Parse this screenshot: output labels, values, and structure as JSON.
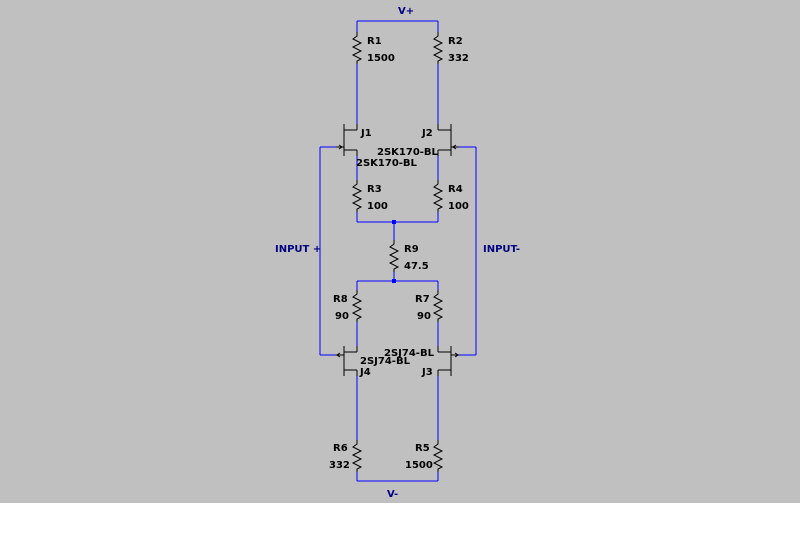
{
  "nets": {
    "vplus": "V+",
    "vminus": "V-",
    "input_plus": "INPUT +",
    "input_minus": "INPUT-"
  },
  "resistors": {
    "r1": {
      "ref": "R1",
      "value": "1500"
    },
    "r2": {
      "ref": "R2",
      "value": "332"
    },
    "r3": {
      "ref": "R3",
      "value": "100"
    },
    "r4": {
      "ref": "R4",
      "value": "100"
    },
    "r5": {
      "ref": "R5",
      "value": "1500"
    },
    "r6": {
      "ref": "R6",
      "value": "332"
    },
    "r7": {
      "ref": "R7",
      "value": "90"
    },
    "r8": {
      "ref": "R8",
      "value": "90"
    },
    "r9": {
      "ref": "R9",
      "value": "47.5"
    }
  },
  "jfets": {
    "j1": {
      "ref": "J1",
      "model": "2SK170-BL"
    },
    "j2": {
      "ref": "J2",
      "model": "2SK170-BL"
    },
    "j3": {
      "ref": "J3",
      "model": "2SJ74-BL"
    },
    "j4": {
      "ref": "J4",
      "model": "2SJ74-BL"
    }
  },
  "colors": {
    "background": "#c0c0c0",
    "wire": "#0000ff",
    "component": "#000000",
    "net_label": "#000080",
    "junction": "#0000ff"
  }
}
